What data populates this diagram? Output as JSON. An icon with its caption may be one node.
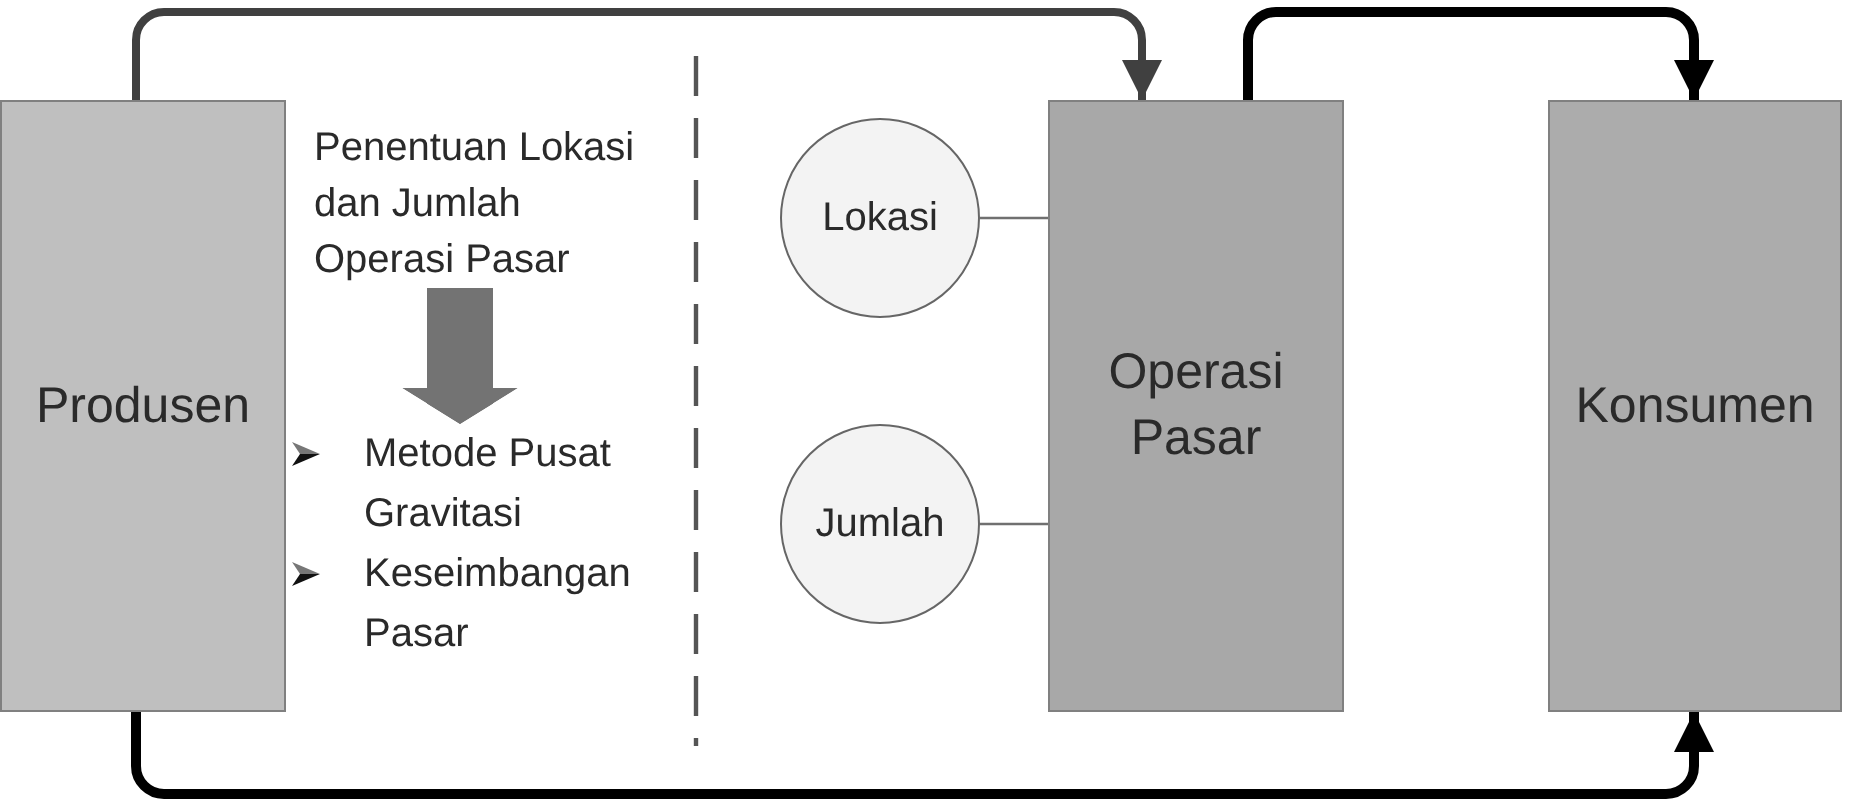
{
  "diagram": {
    "nodes": [
      {
        "text": [
          "Produsen"
        ]
      },
      {
        "text": [
          "Penentuan Lokasi dan Jumlah Operasi Pasar"
        ]
      },
      {
        "text": [
          "Metode Pusat Gravitasi",
          "Keseimbangan Pasar"
        ]
      },
      {
        "text": [
          "Lokasi"
        ]
      },
      {
        "text": [
          "Jumlah"
        ]
      },
      {
        "text": [
          "Operasi Pasar"
        ]
      },
      {
        "text": [
          "Konsumen"
        ]
      }
    ],
    "edges": [
      {
        "from": 0,
        "to": 5,
        "arrow": "to",
        "color": "#404040"
      },
      {
        "from": 5,
        "to": 6,
        "arrow": "to"
      },
      {
        "from": 0,
        "to": 6,
        "arrow": "to"
      },
      {
        "from": 3,
        "to": 5,
        "arrow": "none",
        "color": "#707070"
      },
      {
        "from": 4,
        "to": 5,
        "arrow": "none",
        "color": "#707070"
      },
      {
        "from": 1,
        "to": 2,
        "arrow": "to",
        "style": "thick",
        "color": "#737373"
      }
    ]
  }
}
